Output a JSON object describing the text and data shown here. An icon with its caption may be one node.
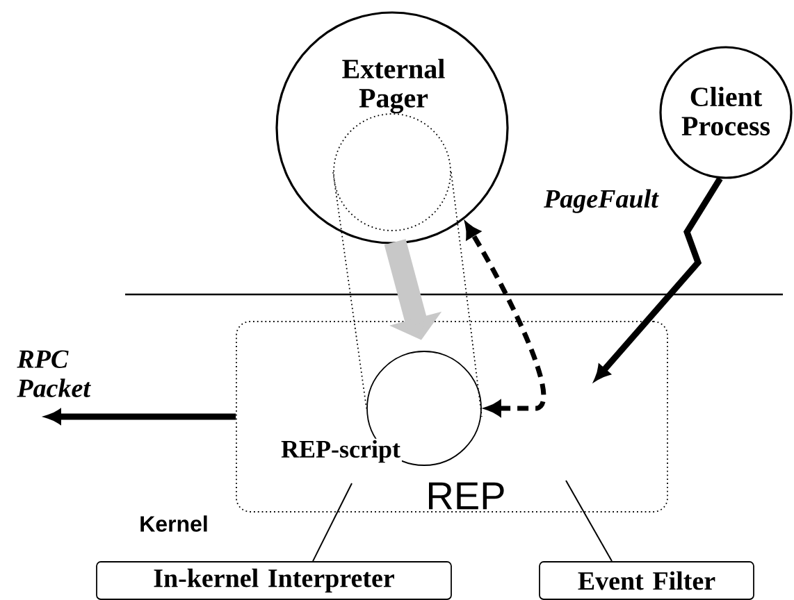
{
  "diagram": {
    "nodes": [
      {
        "text": [
          "External Pager"
        ]
      },
      {
        "text": [],
        "shape": "circle",
        "in": 0
      },
      {
        "text": [
          "Client Process"
        ]
      },
      {
        "text": [
          "REP"
        ]
      },
      {
        "text": [],
        "shape": "circle",
        "in": 3,
        "beside": [
          "REP-script"
        ]
      },
      {
        "text": [
          "In-kernel Interpreter"
        ]
      },
      {
        "text": [
          "Event Filter"
        ]
      }
    ],
    "edges": [
      {
        "from": 1,
        "to": 4,
        "arrow": "to",
        "style": "thick",
        "color": "#c8c8c8"
      },
      {
        "from": 4,
        "to": 0,
        "arrow": "both",
        "style": "dashed"
      },
      {
        "from": 2,
        "to": null,
        "arrow": "to",
        "style": "thick",
        "label": "PageFault"
      },
      {
        "from": 3,
        "to": null,
        "arrow": "to",
        "style": "thick",
        "label": "RPC Packet"
      },
      {
        "from": 5,
        "to": null,
        "arrow": "none"
      },
      {
        "from": 6,
        "to": null,
        "arrow": "none"
      },
      {
        "from": 1,
        "to": 4,
        "arrow": "none",
        "style": "dashed"
      },
      {
        "from": 1,
        "to": 4,
        "arrow": "none",
        "style": "dashed"
      }
    ],
    "labels": [
      "Kernel"
    ]
  }
}
